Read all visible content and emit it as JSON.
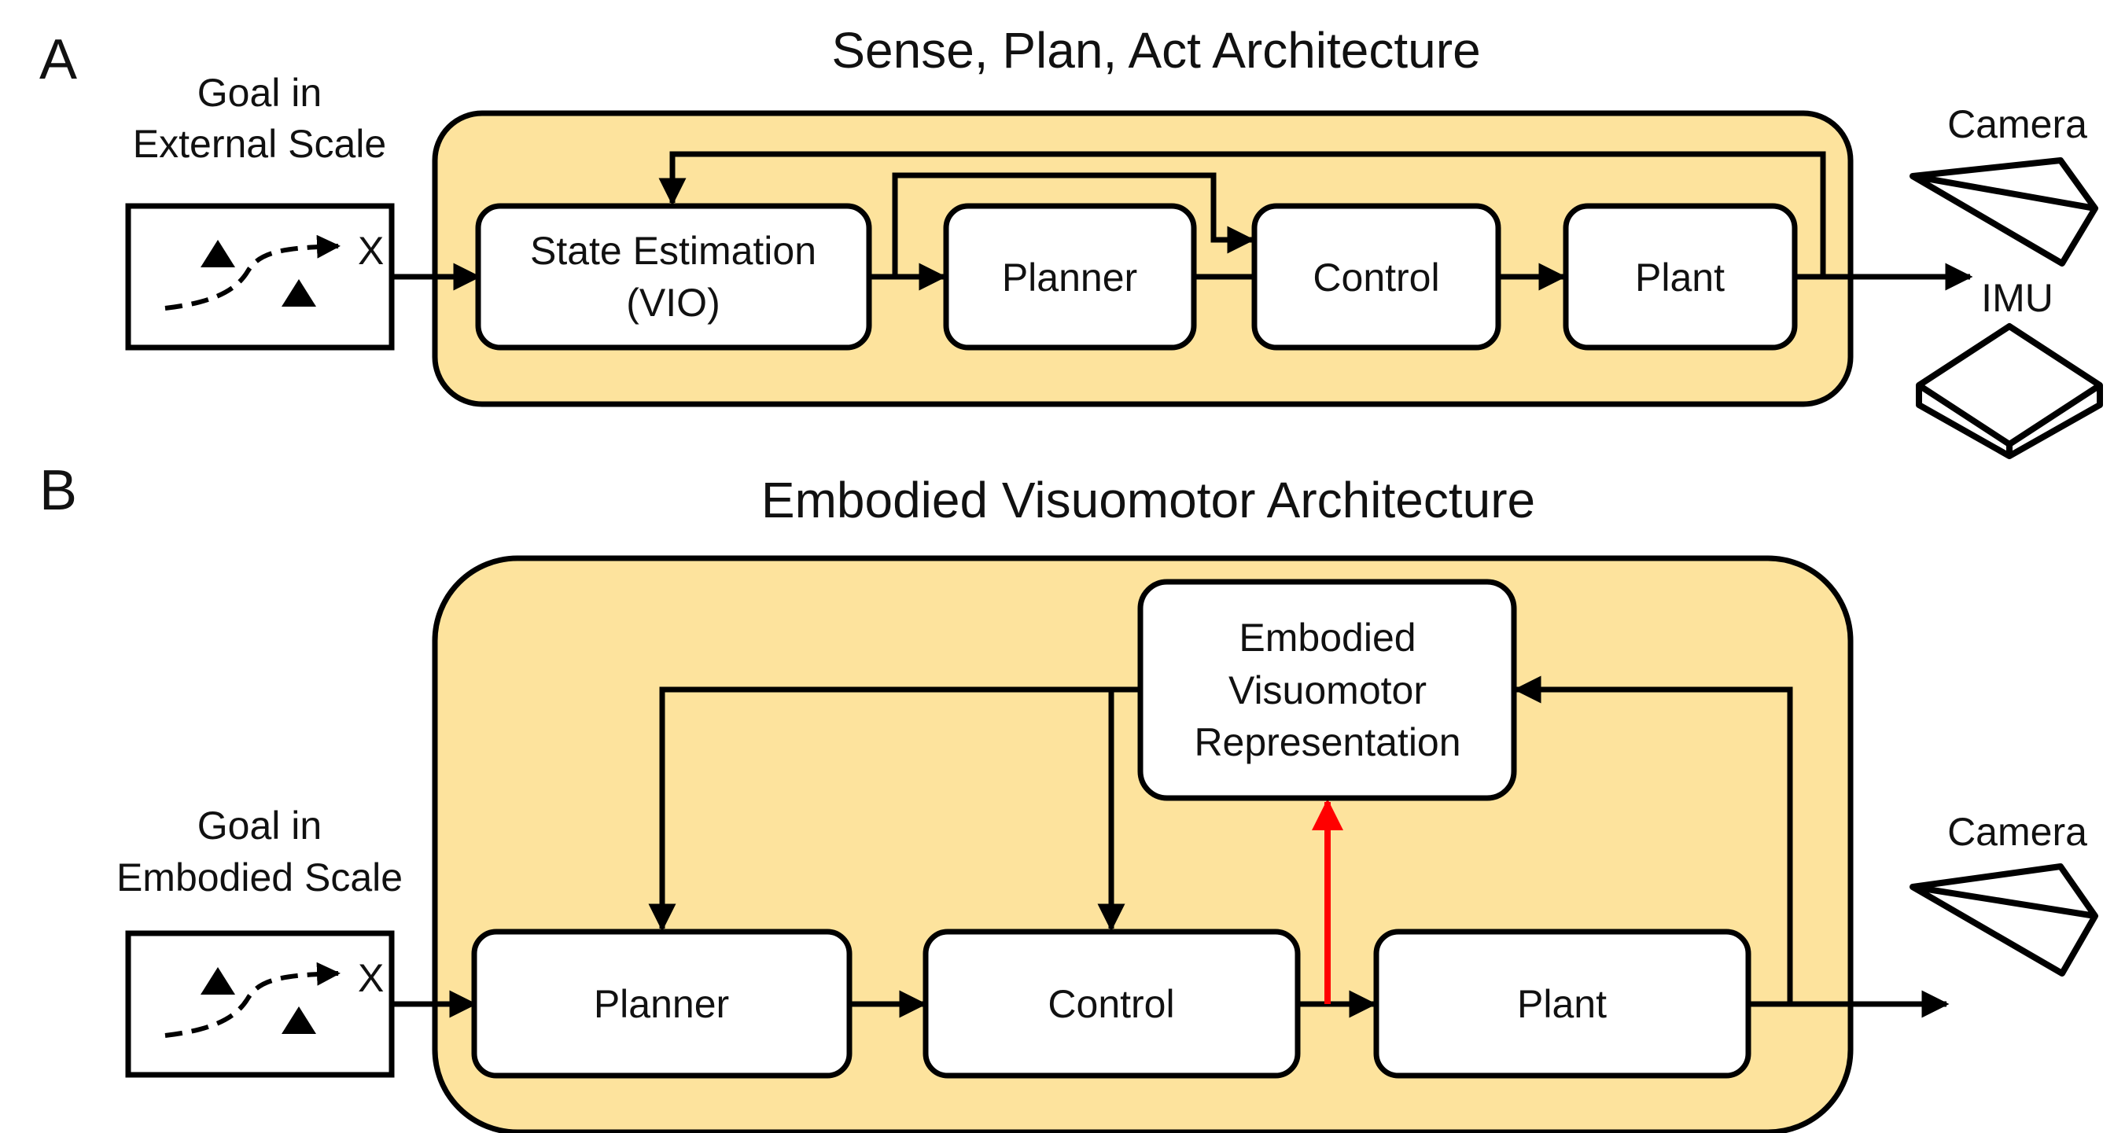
{
  "colors": {
    "panel_fill": "#FDE39D",
    "stroke": "#000000",
    "highlight_arrow": "#FF0000",
    "box_fill": "#FFFFFF"
  },
  "panel_a": {
    "letter": "A",
    "title": "Sense, Plan, Act Architecture",
    "goal_label_line1": "Goal in",
    "goal_label_line2": "External Scale",
    "goal_target": "X",
    "blocks": {
      "state_estimation_line1": "State Estimation",
      "state_estimation_line2": "(VIO)",
      "planner": "Planner",
      "control": "Control",
      "plant": "Plant"
    },
    "sensors": {
      "camera": "Camera",
      "imu": "IMU"
    }
  },
  "panel_b": {
    "letter": "B",
    "title": "Embodied Visuomotor Architecture",
    "goal_label_line1": "Goal in",
    "goal_label_line2": "Embodied Scale",
    "goal_target": "X",
    "blocks": {
      "representation_line1": "Embodied",
      "representation_line2": "Visuomotor",
      "representation_line3": "Representation",
      "planner": "Planner",
      "control": "Control",
      "plant": "Plant"
    },
    "sensors": {
      "camera": "Camera"
    }
  }
}
